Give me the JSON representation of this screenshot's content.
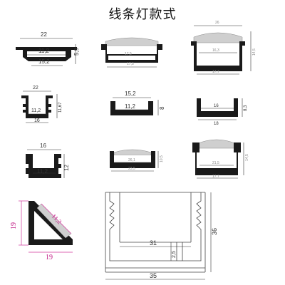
{
  "title": "线条灯款式",
  "profiles": [
    {
      "id": "p1",
      "dims": [
        "22",
        "11,2",
        "15,2",
        "5,9"
      ]
    },
    {
      "id": "p2",
      "dims": [
        "17,5",
        "17,5"
      ]
    },
    {
      "id": "p3",
      "dims": [
        "26",
        "16,3",
        "14,5",
        "17,7"
      ]
    },
    {
      "id": "p4",
      "dims": [
        "22",
        "11,2",
        "16",
        "11,67"
      ]
    },
    {
      "id": "p5",
      "dims": [
        "15,2",
        "11,2",
        "8"
      ]
    },
    {
      "id": "p6",
      "dims": [
        "16",
        "18",
        "8,3"
      ]
    },
    {
      "id": "p7",
      "dims": [
        "16",
        "11,2",
        "12"
      ]
    },
    {
      "id": "p8",
      "dims": [
        "26,1",
        "23,5",
        "10,5"
      ]
    },
    {
      "id": "p9",
      "dims": [
        "21,5",
        "17,7",
        "14,5"
      ]
    },
    {
      "id": "p10",
      "dims": [
        "19",
        "19",
        "11,2"
      ]
    },
    {
      "id": "p11",
      "dims": [
        "31",
        "35",
        "36",
        "2,5"
      ]
    }
  ]
}
